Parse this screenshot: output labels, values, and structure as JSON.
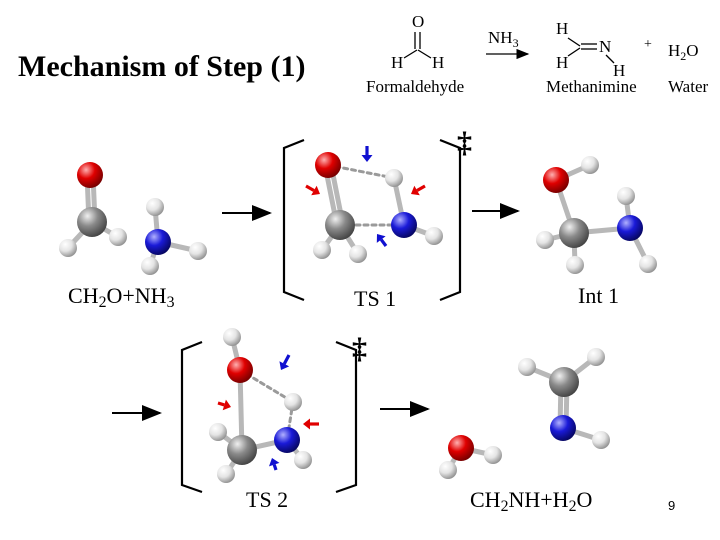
{
  "title": "Mechanism of Step (1)",
  "reaction": {
    "formaldehyde_label": "Formaldehyde",
    "formaldehyde_atoms": {
      "O": "O",
      "H_left": "H",
      "H_right": "H"
    },
    "reagent": {
      "main": "NH",
      "sub": "3"
    },
    "plus": "+",
    "methanimine_label": "Methanimine",
    "methanimine_atoms": {
      "H_top": "H",
      "N": "N",
      "H_bottom": "H",
      "H_n": "H"
    },
    "water_formula": {
      "main": "H",
      "sub": "2",
      "tail": "O"
    },
    "water_label": "Water"
  },
  "dagger_symbol": "‡",
  "species": {
    "reactants": {
      "p1": "CH",
      "s1": "2",
      "p2": "O+NH",
      "s2": "3"
    },
    "ts1": "TS 1",
    "int1": "Int 1",
    "ts2": "TS 2",
    "products": {
      "p1": "CH",
      "s1": "2",
      "p2": "NH+H",
      "s2": "2",
      "p3": "O"
    }
  },
  "page_number": "9",
  "colors": {
    "oxygen": "#e00000",
    "nitrogen": "#1a1ad8",
    "carbon": "#8a8a8a",
    "hydrogen": "#e8e8e8",
    "arrow_red": "#e00000",
    "arrow_blue": "#1010d0"
  }
}
